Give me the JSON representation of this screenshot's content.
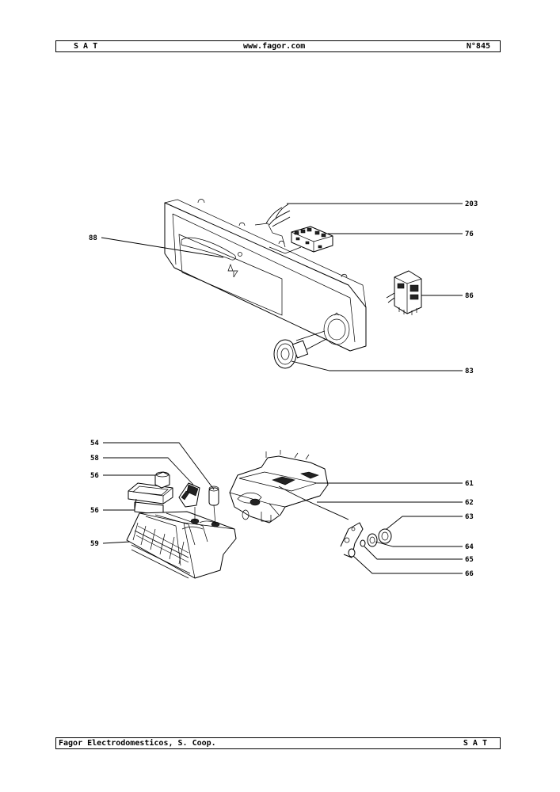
{
  "header": {
    "left": "S A T",
    "center": "www.fagor.com",
    "right": "N°845"
  },
  "footer": {
    "left": "Fagor Electrodomesticos, S. Coop.",
    "right": "S A T"
  },
  "diagram": {
    "upper_labels": {
      "l203": "203",
      "l76": "76",
      "l88": "88",
      "l86": "86",
      "l83": "83"
    },
    "lower_labels": {
      "l54": "54",
      "l58": "58",
      "l56a": "56",
      "l56b": "56",
      "l59": "59",
      "l61": "61",
      "l62": "62",
      "l63": "63",
      "l64": "64",
      "l65": "65",
      "l66": "66"
    }
  }
}
